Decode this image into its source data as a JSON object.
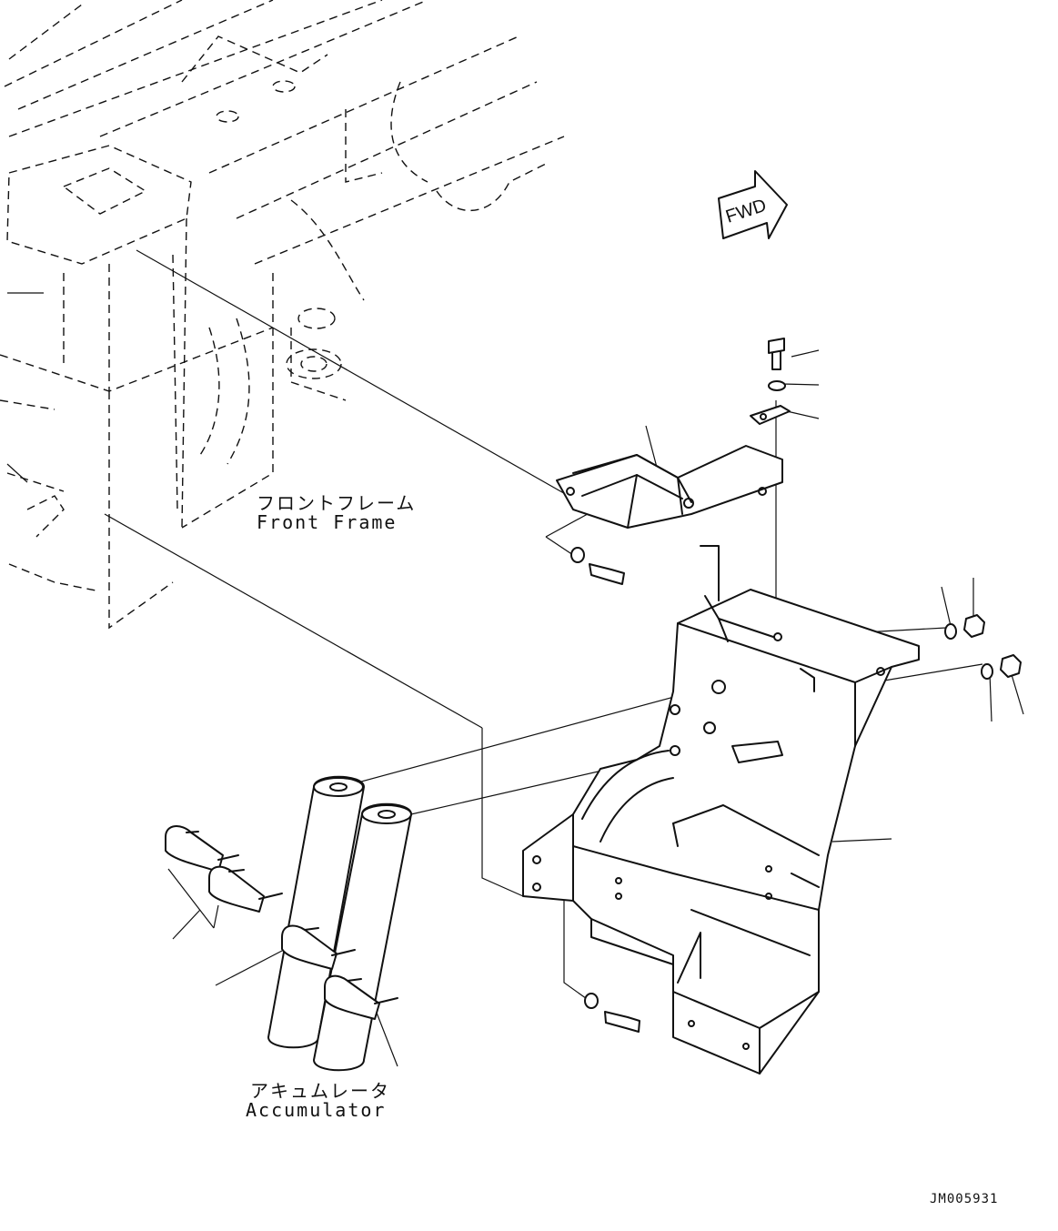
{
  "labels": {
    "front_frame_jp": "フロントフレーム",
    "front_frame_en": "Front Frame",
    "accumulator_jp": "アキュムレータ",
    "accumulator_en": "Accumulator",
    "fwd_arrow": "FWD",
    "drawing_number": "JM005931"
  }
}
